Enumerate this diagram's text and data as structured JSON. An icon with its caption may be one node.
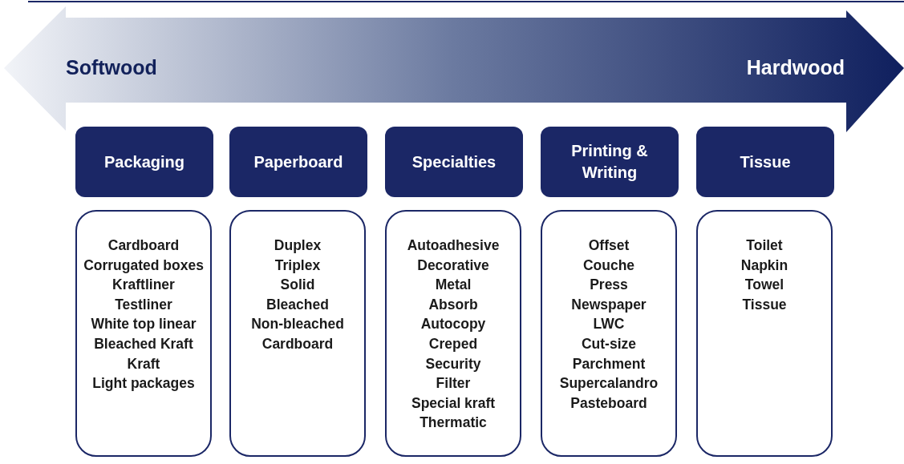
{
  "diagram": {
    "nodes": [
      {
        "text": [
          "Packaging"
        ]
      },
      {
        "text": [
          "Paperboard"
        ]
      },
      {
        "text": [
          "Specialties"
        ]
      },
      {
        "text": [
          "Printing & Writing"
        ]
      },
      {
        "text": [
          "Tissue"
        ]
      },
      {
        "text": [
          "Cardboard",
          "Corrugated boxes",
          "Kraftliner",
          "Testliner",
          "White top linear",
          "Bleached Kraft",
          "Kraft",
          "Light packages"
        ]
      },
      {
        "text": [
          "Duplex",
          "Triplex",
          "Solid",
          "Bleached",
          "Non-bleached",
          "Cardboard"
        ]
      },
      {
        "text": [
          "Autoadhesive",
          "Decorative",
          "Metal",
          "Absorb",
          "Autocopy",
          "Creped",
          "Security",
          "Filter",
          "Special kraft",
          "Thermatic"
        ]
      },
      {
        "text": [
          "Offset",
          "Couche",
          "Press",
          "Newspaper",
          "LWC",
          "Cut-size",
          "Parchment",
          "Supercalandro",
          "Pasteboard"
        ]
      },
      {
        "text": [
          "Toilet",
          "Napkin",
          "Towel",
          "Tissue"
        ]
      }
    ],
    "edges": [],
    "labels": [
      "Softwood",
      "Hardwood"
    ]
  }
}
